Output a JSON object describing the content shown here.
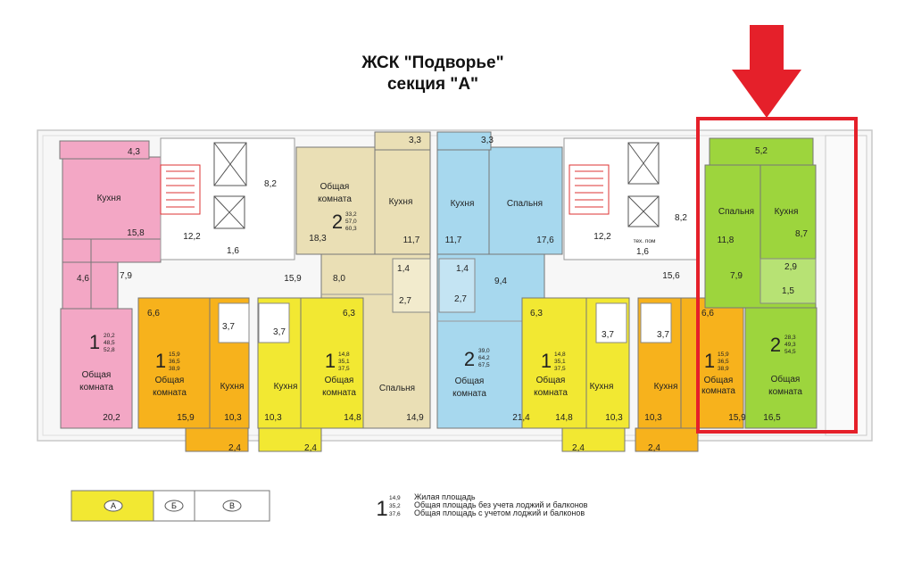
{
  "title": {
    "line1": "ЖСК \"Подворье\"",
    "line2": "секция \"А\""
  },
  "colors": {
    "pink": "#f3a7c5",
    "orange": "#f7b21c",
    "yellow": "#f2e832",
    "beige": "#eadfb5",
    "blue": "#a7d8ee",
    "green": "#9dd53d",
    "highlight": "#e5202a"
  },
  "annotation": {
    "arrow_icon": "arrow-down-icon",
    "frame": "highlight-frame"
  },
  "apartments": [
    {
      "id": "pink-1",
      "rooms": "1",
      "living": "20,2",
      "area": "48,5",
      "total": "52,8"
    },
    {
      "id": "orange-left-1",
      "rooms": "1",
      "living": "15,9",
      "area": "36,5",
      "total": "38,9"
    },
    {
      "id": "yellow-left-1",
      "rooms": "1",
      "living": "14,8",
      "area": "35,1",
      "total": "37,5"
    },
    {
      "id": "beige-2",
      "rooms": "2",
      "living": "33,2",
      "area": "57,0",
      "total": "60,3"
    },
    {
      "id": "blue-2",
      "rooms": "2",
      "living": "39,0",
      "area": "64,2",
      "total": "67,5"
    },
    {
      "id": "yellow-right-1",
      "rooms": "1",
      "living": "14,8",
      "area": "35,1",
      "total": "37,5"
    },
    {
      "id": "orange-right-1",
      "rooms": "1",
      "living": "15,9",
      "area": "36,5",
      "total": "38,9"
    },
    {
      "id": "green-2",
      "rooms": "2",
      "living": "28,3",
      "area": "49,3",
      "total": "54,5"
    }
  ],
  "room_labels": {
    "kitchen": "Кухня",
    "bedroom": "Спальня",
    "common1": "Общая",
    "common2": "комната",
    "tech": "тех. пом"
  },
  "areas": {
    "pink_balcony": "4,3",
    "pink_kitchen": "15,8",
    "pink_hall": "7,9",
    "pink_bath": "4,6",
    "pink_room": "20,2",
    "stair_left_a": "12,2",
    "stair_left_b": "1,6",
    "lift_left": "8,2",
    "corr_left": "15,9",
    "beige_room": "18,3",
    "beige_kitchen": "11,7",
    "beige_balcony": "3,3",
    "beige_hall": "8,0",
    "beige_wc": "1,4",
    "beige_bath": "2,7",
    "beige_bed": "14,9",
    "blue_balcony": "3,3",
    "blue_kitchen": "11,7",
    "blue_bed": "17,6",
    "blue_wc": "1,4",
    "blue_bath": "2,7",
    "blue_hall": "9,4",
    "blue_room": "21,4",
    "oL_hall": "6,6",
    "oL_bath": "3,7",
    "oL_room": "15,9",
    "oL_kitchen": "10,3",
    "oL_loggia": "2,4",
    "yL_hall": "6,3",
    "yL_bath": "3,7",
    "yL_kitchen": "10,3",
    "yL_room": "14,8",
    "yL_loggia": "2,4",
    "yR_hall": "6,3",
    "yR_bath": "3,7",
    "yR_room": "14,8",
    "yR_kitchen": "10,3",
    "yR_loggia": "2,4",
    "oR_bath": "3,7",
    "oR_kitchen": "10,3",
    "oR_loggia": "2,4",
    "oR_hall": "6,6",
    "oR_room": "15,9",
    "stair_right_a": "12,2",
    "stair_right_b": "1,6",
    "lift_right": "8,2",
    "corr_right": "15,6",
    "g_balcony": "5,2",
    "g_bed": "11,8",
    "g_kitchen": "8,7",
    "g_hall": "7,9",
    "g_bath": "2,9",
    "g_wc": "1,5",
    "g_room": "16,5"
  },
  "legend": {
    "sections": [
      "А",
      "Б",
      "В"
    ],
    "sample_rooms": "1",
    "sample_living": "14,9",
    "sample_area": "35,2",
    "sample_total": "37,6",
    "line1": "Жилая площадь",
    "line2": "Общая площадь без учета лоджий и балконов",
    "line3": "Общая площадь с учетом лоджий и балконов"
  }
}
